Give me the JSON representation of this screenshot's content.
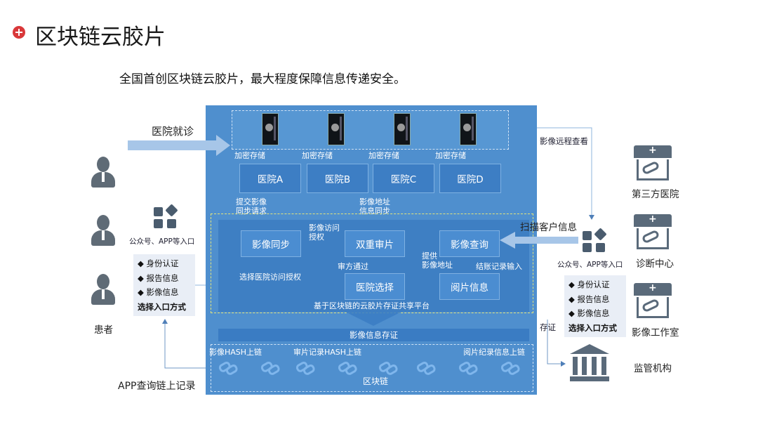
{
  "title": "区块链云胶片",
  "subtitle": "全国首创区块链云胶片，最大程度保障信息传递安全。",
  "left": {
    "visit_label": "医院就诊",
    "patient_label": "患者",
    "entry_label": "公众号、APP等入口",
    "info": [
      "◆ 身份认证",
      "◆ 报告信息",
      "◆ 影像信息"
    ],
    "info_method": "选择入口方式",
    "app_query": "APP查询链上记录"
  },
  "right": {
    "remote_view": "影像远程查看",
    "scan_info": "扫描客户信息",
    "entry_label": "公众号、APP等入口",
    "info": [
      "◆ 身份认证",
      "◆ 报告信息",
      "◆ 影像信息"
    ],
    "info_method": "选择入口方式",
    "evidence": "存证",
    "third_party": "第三方医院",
    "diagnosis": "诊断中心",
    "imaging_studio": "影像工作室",
    "regulator": "监管机构"
  },
  "panel": {
    "encrypt": [
      "加密存储",
      "加密存储",
      "加密存储",
      "加密存储"
    ],
    "hospitals": [
      "医院A",
      "医院B",
      "医院C",
      "医院D"
    ],
    "submit_sync": "提交影像\n同步请求",
    "addr_sync": "影像地址\n信息同步",
    "image_sync": "影像同步",
    "access_auth": "影像访问\n授权",
    "dual_review": "双重审片",
    "image_query": "影像查询",
    "passed": "审方通过",
    "provide_addr": "提供\n影像地址",
    "end_record": "结账记录输入",
    "select_auth": "选择医院访问授权",
    "hospital_select": "医院选择",
    "reading_info": "阅片信息",
    "platform": "基于区块链的云胶片存证共享平台",
    "store": "影像信息存证",
    "hash_chain": "影像HASH上链",
    "review_chain": "审片记录HASH上链",
    "reading_chain": "阅片纪录信息上链",
    "blockchain": "区块链"
  },
  "colors": {
    "accent_red": "#d9383a",
    "panel_blue": "#4f8fce",
    "inner_blue": "#3e7fc3",
    "icon_gray": "#5f6b76"
  }
}
